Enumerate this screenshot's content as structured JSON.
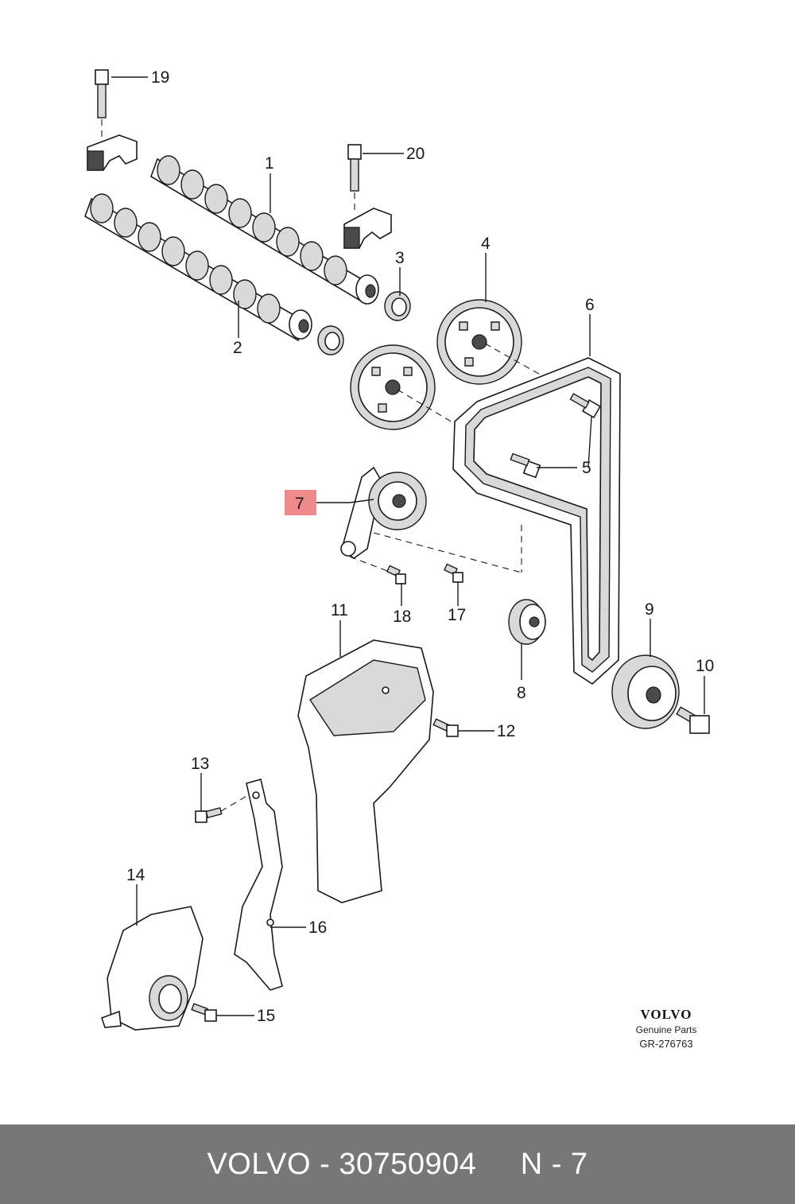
{
  "diagram": {
    "callouts": {
      "c1": "1",
      "c2": "2",
      "c3": "3",
      "c4": "4",
      "c5": "5",
      "c6": "6",
      "c7": "7",
      "c8": "8",
      "c9": "9",
      "c10": "10",
      "c11": "11",
      "c12": "12",
      "c13": "13",
      "c14": "14",
      "c15": "15",
      "c16": "16",
      "c17": "17",
      "c18": "18",
      "c19": "19",
      "c20": "20"
    },
    "highlight_color": "#f08a8a"
  },
  "brand": {
    "logo": "VOLVO",
    "subtitle": "Genuine Parts",
    "reference": "GR-276763"
  },
  "footer": {
    "text": "VOLVO - 30750904     N - 7",
    "background": "#777777"
  }
}
